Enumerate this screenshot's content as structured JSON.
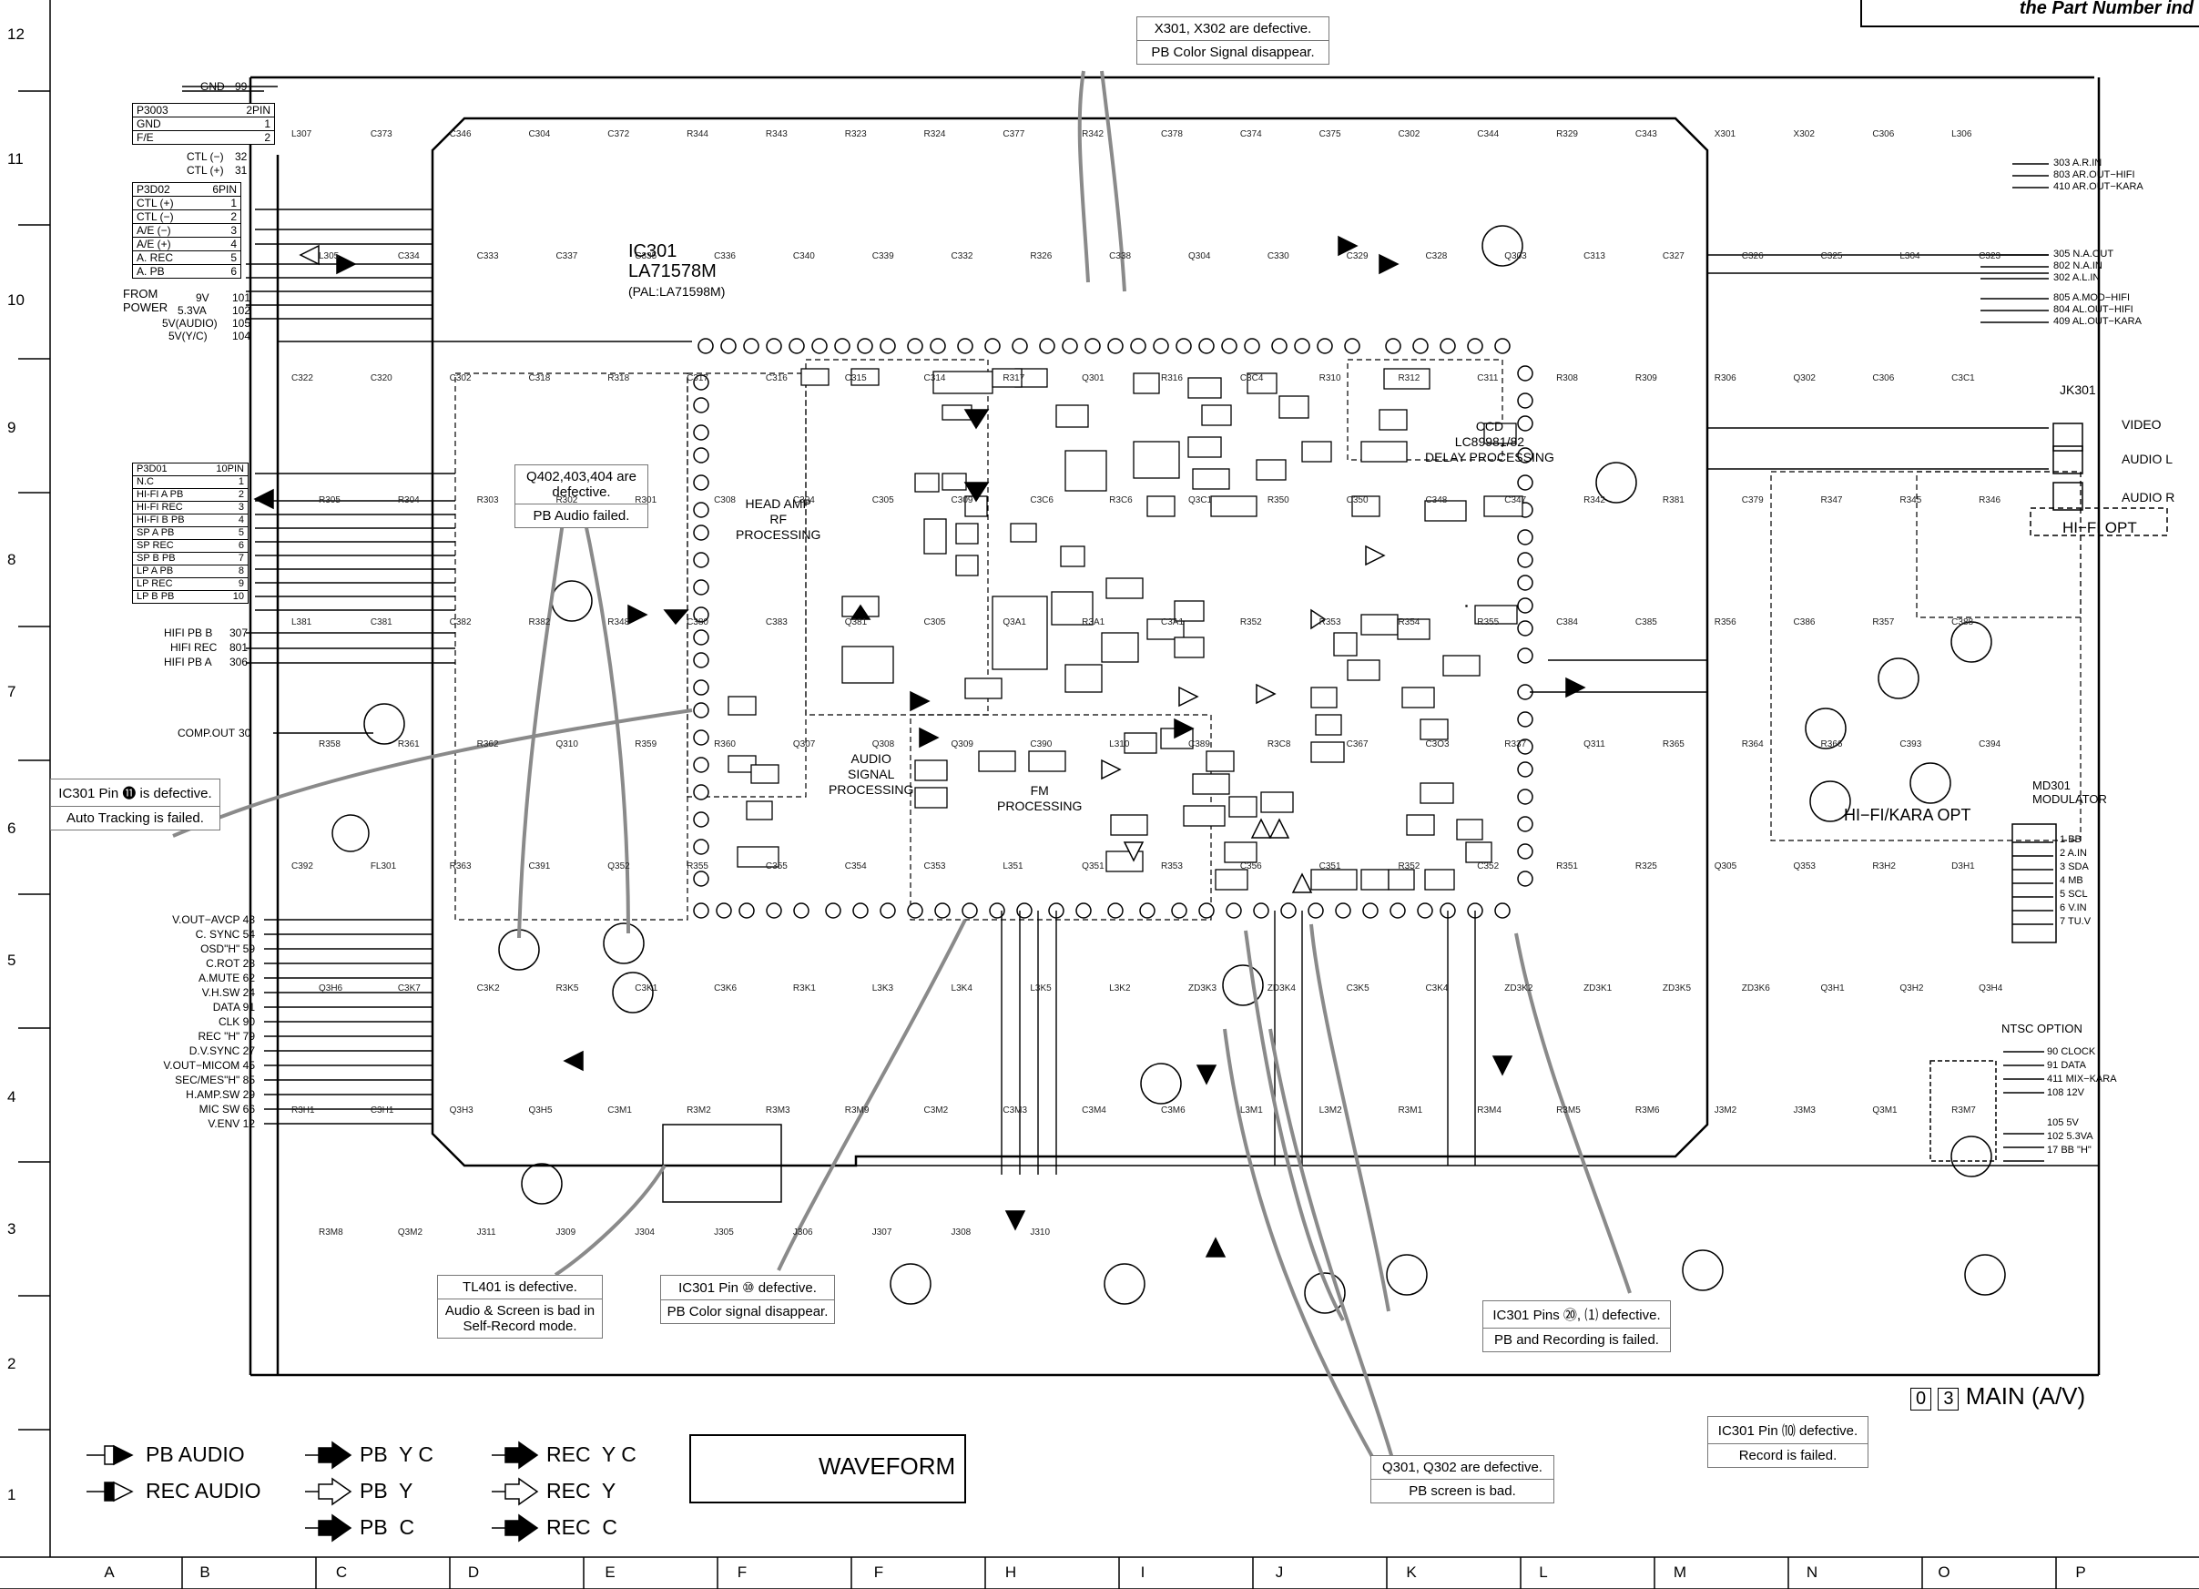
{
  "header": {
    "note_text": "the Part Number ind"
  },
  "grid": {
    "row_numbers": [
      "12",
      "11",
      "10",
      "9",
      "8",
      "7",
      "6",
      "5",
      "4",
      "3",
      "2",
      "1"
    ],
    "column_letters": [
      "A",
      "B",
      "C",
      "D",
      "E",
      "F",
      "F",
      "H",
      "I",
      "J",
      "K",
      "L",
      "M",
      "N",
      "O",
      "P"
    ]
  },
  "ic_blocks": [
    {
      "id": "ic301",
      "lines": [
        "IC301",
        "LA71578M",
        "(PAL:LA71598M)"
      ]
    },
    {
      "id": "ccd",
      "lines": [
        "CCD",
        "LC89981/82",
        "DELAY PROCESSING"
      ]
    },
    {
      "id": "headamp",
      "lines": [
        "HEAD AMP",
        "RF",
        "PROCESSING"
      ]
    },
    {
      "id": "audiosig",
      "lines": [
        "AUDIO",
        "SIGNAL",
        "PROCESSING"
      ]
    },
    {
      "id": "fmproc",
      "lines": [
        "FM",
        "PROCESSING"
      ]
    },
    {
      "id": "modulator",
      "lines": [
        "MD301",
        "MODULATOR"
      ]
    }
  ],
  "annotations": [
    {
      "id": "x301",
      "title": "X301, X302 are defective.",
      "sub": "PB Color Signal disappear."
    },
    {
      "id": "q402",
      "title": "Q402,403,404 are defective.",
      "sub": "PB Audio failed."
    },
    {
      "id": "pin63",
      "title": "IC301 Pin ⓫ is defective.",
      "sub": "Auto Tracking is failed."
    },
    {
      "id": "tl401",
      "title": "TL401 is defective.",
      "sub": "Audio & Screen is bad in Self-Record mode."
    },
    {
      "id": "pin10",
      "title": "IC301 Pin ⑩ defective.",
      "sub": "PB Color signal disappear."
    },
    {
      "id": "pins2324",
      "title": "IC301 Pins ⑳, ⑴ defective.",
      "sub": "PB and Recording is failed."
    },
    {
      "id": "q301",
      "title": "Q301, Q302 are defective.",
      "sub": "PB screen is bad."
    },
    {
      "id": "pin30",
      "title": "IC301 Pin ⑽ defective.",
      "sub": "Record is failed."
    }
  ],
  "connectors": {
    "gnd": "GND",
    "p3003": {
      "name": "P3003",
      "pins_label": "2PIN",
      "rows": [
        [
          "GND",
          "1"
        ],
        [
          "F/E",
          "2"
        ]
      ]
    },
    "ctl": [
      [
        "CTL (−)",
        "32"
      ],
      [
        "CTL (+)",
        "31"
      ]
    ],
    "p3d02": {
      "name": "P3D02",
      "pins_label": "6PIN",
      "rows": [
        [
          "CTL (+)",
          "1"
        ],
        [
          "CTL (−)",
          "2"
        ],
        [
          "A/E (−)",
          "3"
        ],
        [
          "A/E (+)",
          "4"
        ],
        [
          "A. REC",
          "5"
        ],
        [
          "A. PB",
          "6"
        ]
      ]
    },
    "from_power_label": "FROM POWER",
    "power": [
      [
        "9V",
        "101"
      ],
      [
        "5.3VA",
        "102"
      ],
      [
        "5V(AUDIO)",
        "105"
      ],
      [
        "5V(Y/C)",
        "104"
      ]
    ],
    "p3d01": {
      "name": "P3D01",
      "pins_label": "10PIN",
      "rows": [
        [
          "N.C",
          "1"
        ],
        [
          "HI-FI A PB",
          "2"
        ],
        [
          "HI-FI REC",
          "3"
        ],
        [
          "HI-FI B PB",
          "4"
        ],
        [
          "SP A PB",
          "5"
        ],
        [
          "SP REC",
          "6"
        ],
        [
          "SP B PB",
          "7"
        ],
        [
          "LP A PB",
          "8"
        ],
        [
          "LP REC",
          "9"
        ],
        [
          "LP B PB",
          "10"
        ]
      ]
    },
    "hifi": [
      [
        "HIFI PB B",
        "307"
      ],
      [
        "HIFI REC",
        "801"
      ],
      [
        "HIFI PB A",
        "306"
      ]
    ],
    "comp_out": [
      "COMP.OUT",
      "30"
    ],
    "left_signals": [
      [
        "V.OUT−AVCP",
        "43"
      ],
      [
        "C. SYNC",
        "54"
      ],
      [
        "OSD\"H\"",
        "59"
      ],
      [
        "C.ROT",
        "28"
      ],
      [
        "A.MUTE",
        "62"
      ],
      [
        "V.H.SW",
        "24"
      ],
      [
        "DATA",
        "91"
      ],
      [
        "CLK",
        "90"
      ],
      [
        "REC \"H\"",
        "79"
      ],
      [
        "D.V.SYNC",
        "27"
      ],
      [
        "V.OUT−MICOM",
        "45"
      ],
      [
        "SEC/MES\"H\"",
        "85"
      ],
      [
        "H.AMP.SW",
        "29"
      ],
      [
        "MIC SW",
        "66"
      ],
      [
        "V.ENV",
        "12"
      ]
    ],
    "right_top": [
      [
        "A.R.IN",
        "303"
      ],
      [
        "AR.OUT−HIFI",
        "803"
      ],
      [
        "AR.OUT−KARA",
        "410"
      ]
    ],
    "right_mid": [
      [
        "N.A.OUT",
        "305"
      ],
      [
        "N.A.IN",
        "802"
      ],
      [
        "A.L.IN",
        "302"
      ],
      [
        "A.MOD−HIFI",
        "805"
      ],
      [
        "AL.OUT−HIFI",
        "804"
      ],
      [
        "AL.OUT−KARA",
        "409"
      ]
    ],
    "mod_pins": [
      [
        "1",
        "BB"
      ],
      [
        "2",
        "A.IN"
      ],
      [
        "3",
        "SDA"
      ],
      [
        "4",
        "MB"
      ],
      [
        "5",
        "SCL"
      ],
      [
        "6",
        "V.IN"
      ],
      [
        "7",
        "TU.V"
      ]
    ],
    "right_bottom": [
      [
        "CLOCK",
        "90"
      ],
      [
        "DATA",
        "91"
      ],
      [
        "MIX−KARA",
        "411"
      ],
      [
        "12V",
        "108"
      ],
      [
        "5V",
        "105"
      ],
      [
        "5.3VA",
        "102"
      ],
      [
        "BB \"H\"",
        "17"
      ]
    ],
    "jk301": {
      "name": "JK301",
      "rows": [
        "VIDEO",
        "AUDIO L",
        "AUDIO R"
      ]
    },
    "hifi_opt": "HI−FI OPT",
    "hifi_kara_opt": "HI−FI/KARA OPT",
    "ntsc_option": "NTSC OPTION"
  },
  "legend": [
    {
      "id": "pb_audio",
      "label": "PB AUDIO"
    },
    {
      "id": "rec_audio",
      "label": "REC AUDIO"
    },
    {
      "id": "pb_yc",
      "label": "PB  Y C"
    },
    {
      "id": "pb_y",
      "label": "PB  Y"
    },
    {
      "id": "pb_c",
      "label": "PB  C"
    },
    {
      "id": "rec_yc",
      "label": "REC  Y C"
    },
    {
      "id": "rec_y",
      "label": "REC  Y"
    },
    {
      "id": "rec_c",
      "label": "REC  C"
    }
  ],
  "waveform_label": "WAVEFORM",
  "main_label": {
    "boxes": [
      "0",
      "3"
    ],
    "text": "MAIN (A/V)"
  },
  "components": [
    "L307",
    "C373",
    "C346",
    "C304",
    "C372",
    "R344",
    "R343",
    "R323",
    "R324",
    "C377",
    "R342",
    "C378",
    "C374",
    "C375",
    "C302",
    "C344",
    "R329",
    "C343",
    "X301",
    "X302",
    "C306",
    "L306",
    "L305",
    "C334",
    "C333",
    "C337",
    "C335",
    "C336",
    "C340",
    "C339",
    "C332",
    "R326",
    "C338",
    "Q304",
    "C330",
    "C329",
    "C328",
    "Q303",
    "C313",
    "C327",
    "C326",
    "C325",
    "L304",
    "C323",
    "C322",
    "C320",
    "C302",
    "C318",
    "R318",
    "C317",
    "C316",
    "C315",
    "C314",
    "R317",
    "Q301",
    "R316",
    "C3C4",
    "R310",
    "R312",
    "C311",
    "R308",
    "R309",
    "R306",
    "Q302",
    "C306",
    "C3C1",
    "R305",
    "R304",
    "R303",
    "R302",
    "R301",
    "C308",
    "C304",
    "C305",
    "C309",
    "C3C6",
    "R3C6",
    "Q3C1",
    "R350",
    "C350",
    "C348",
    "C347",
    "R342",
    "R381",
    "C379",
    "R347",
    "R345",
    "R346",
    "L381",
    "C381",
    "C382",
    "R382",
    "R348",
    "C380",
    "C383",
    "Q381",
    "C305",
    "Q3A1",
    "R3A1",
    "C3A1",
    "R352",
    "R353",
    "R354",
    "R355",
    "C384",
    "C385",
    "R356",
    "C386",
    "R357",
    "C388",
    "R358",
    "R361",
    "R362",
    "Q310",
    "R359",
    "R360",
    "Q307",
    "Q308",
    "Q309",
    "C390",
    "L310",
    "C389",
    "R3C8",
    "C367",
    "C3O3",
    "R337",
    "Q311",
    "R365",
    "R364",
    "R366",
    "C393",
    "C394",
    "C392",
    "FL301",
    "R363",
    "C391",
    "Q352",
    "R355",
    "C355",
    "C354",
    "C353",
    "L351",
    "Q351",
    "R353",
    "C356",
    "C351",
    "R352",
    "C352",
    "R351",
    "R325",
    "Q305",
    "Q353",
    "R3H2",
    "D3H1",
    "Q3H6",
    "C3K7",
    "C3K2",
    "R3K5",
    "C3K1",
    "C3K6",
    "R3K1",
    "L3K3",
    "L3K4",
    "L3K5",
    "L3K2",
    "ZD3K3",
    "ZD3K4",
    "C3K5",
    "C3K4",
    "ZD3K2",
    "ZD3K1",
    "ZD3K5",
    "ZD3K6",
    "Q3H1",
    "Q3H2",
    "Q3H4",
    "R3H1",
    "C3H1",
    "Q3H3",
    "Q3H5",
    "C3M1",
    "R3M2",
    "R3M3",
    "R3M9",
    "C3M2",
    "C3M3",
    "C3M4",
    "C3M6",
    "L3M1",
    "L3M2",
    "R3M1",
    "R3M4",
    "R3M5",
    "R3M6",
    "J3M2",
    "J3M3",
    "Q3M1",
    "R3M7",
    "R3M8",
    "Q3M2",
    "J311",
    "J309",
    "J304",
    "J305",
    "J306",
    "J307",
    "J308",
    "J310"
  ]
}
